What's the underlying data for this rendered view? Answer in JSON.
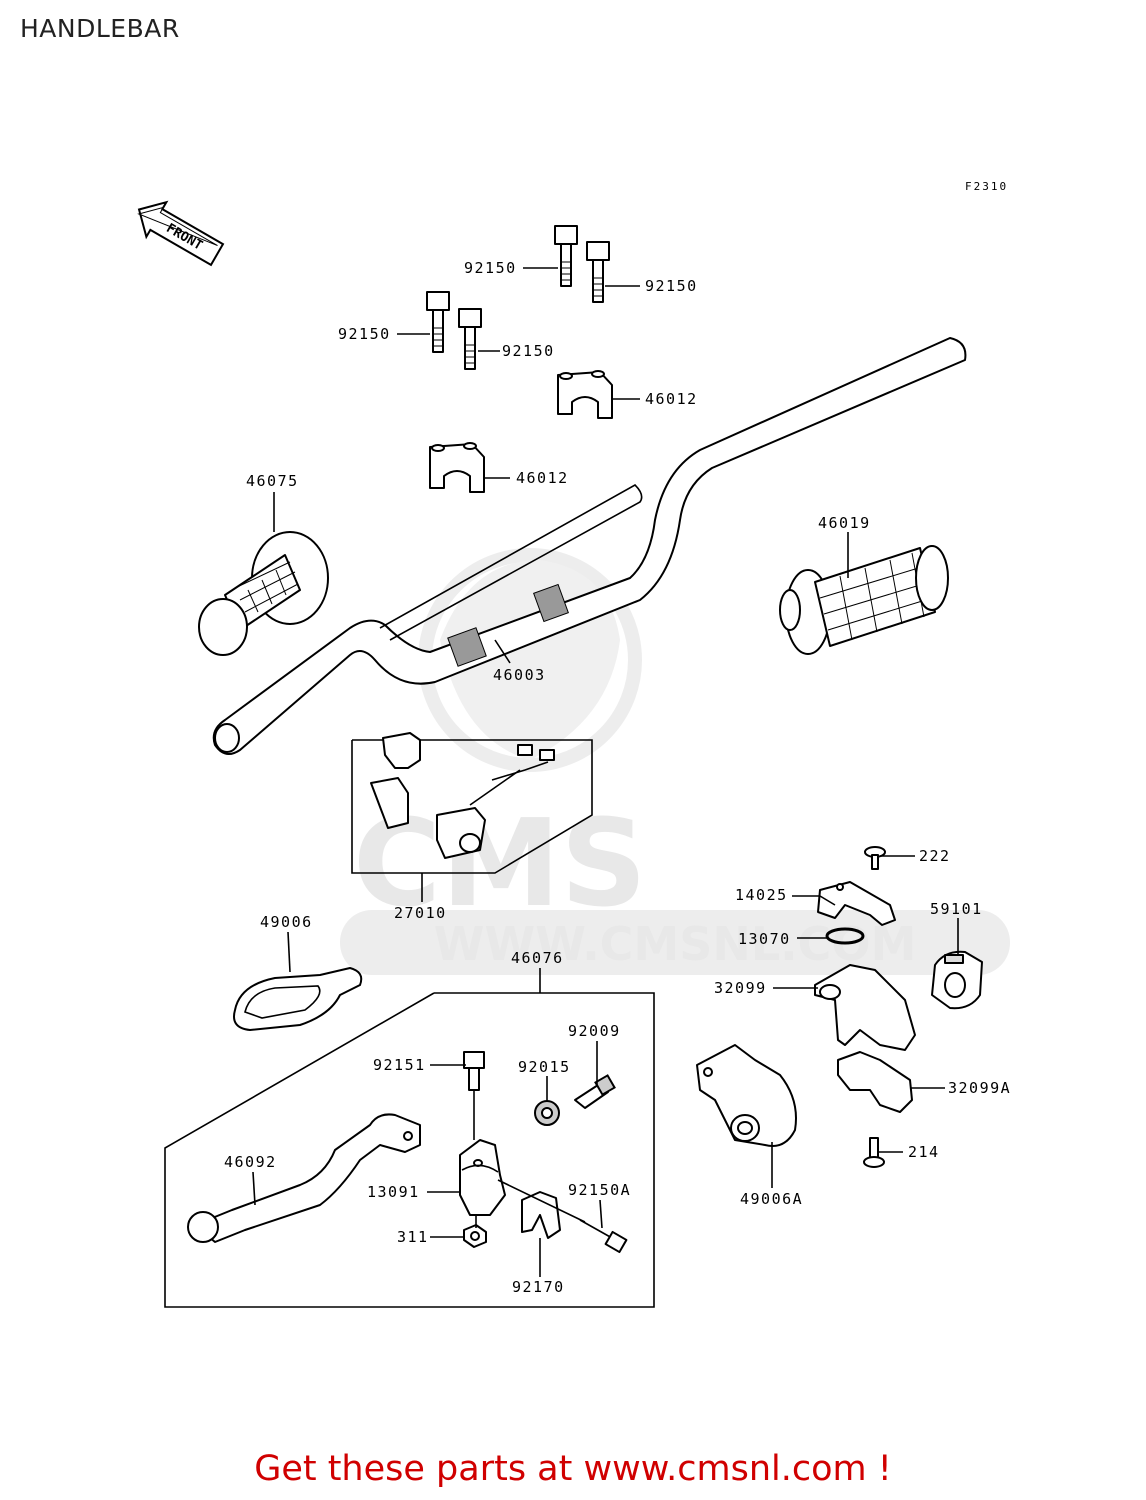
{
  "page": {
    "title": "HANDLEBAR",
    "figure_code": "F2310",
    "front_arrow_label": "FRONT",
    "footer_text": "Get these parts at www.cmsnl.com !"
  },
  "watermark": {
    "brand": "CMS",
    "url": "WWW.CMSNL.COM",
    "color": "#e6e6e6"
  },
  "colors": {
    "footer": "#d00000",
    "lines": "#000000"
  },
  "parts": [
    {
      "id": "bolt-1",
      "label": "92150"
    },
    {
      "id": "bolt-2",
      "label": "92150"
    },
    {
      "id": "bolt-3",
      "label": "92150"
    },
    {
      "id": "bolt-4",
      "label": "92150"
    },
    {
      "id": "clamp-upper",
      "label": "46012"
    },
    {
      "id": "clamp-lower",
      "label": "46012"
    },
    {
      "id": "grip-left",
      "label": "46075"
    },
    {
      "id": "grip-right",
      "label": "46019"
    },
    {
      "id": "handlebar",
      "label": "46003"
    },
    {
      "id": "kill-switch",
      "label": "27010"
    },
    {
      "id": "lever-cover",
      "label": "49006"
    },
    {
      "id": "clutch-lever-assy",
      "label": "46076"
    },
    {
      "id": "screw-222",
      "label": "222"
    },
    {
      "id": "cover-14025",
      "label": "14025"
    },
    {
      "id": "ring-13070",
      "label": "13070"
    },
    {
      "id": "pulley-59101",
      "label": "59101"
    },
    {
      "id": "housing-32099",
      "label": "32099"
    },
    {
      "id": "housing-32099a",
      "label": "32099A"
    },
    {
      "id": "screw-214",
      "label": "214"
    },
    {
      "id": "throttle-cover",
      "label": "49006A"
    },
    {
      "id": "bolt-92151",
      "label": "92151"
    },
    {
      "id": "nut-92015",
      "label": "92015"
    },
    {
      "id": "adjuster-92009",
      "label": "92009"
    },
    {
      "id": "lever-46092",
      "label": "46092"
    },
    {
      "id": "holder-13091",
      "label": "13091"
    },
    {
      "id": "bolt-92150a",
      "label": "92150A"
    },
    {
      "id": "nut-311",
      "label": "311"
    },
    {
      "id": "clamp-92170",
      "label": "92170"
    }
  ]
}
